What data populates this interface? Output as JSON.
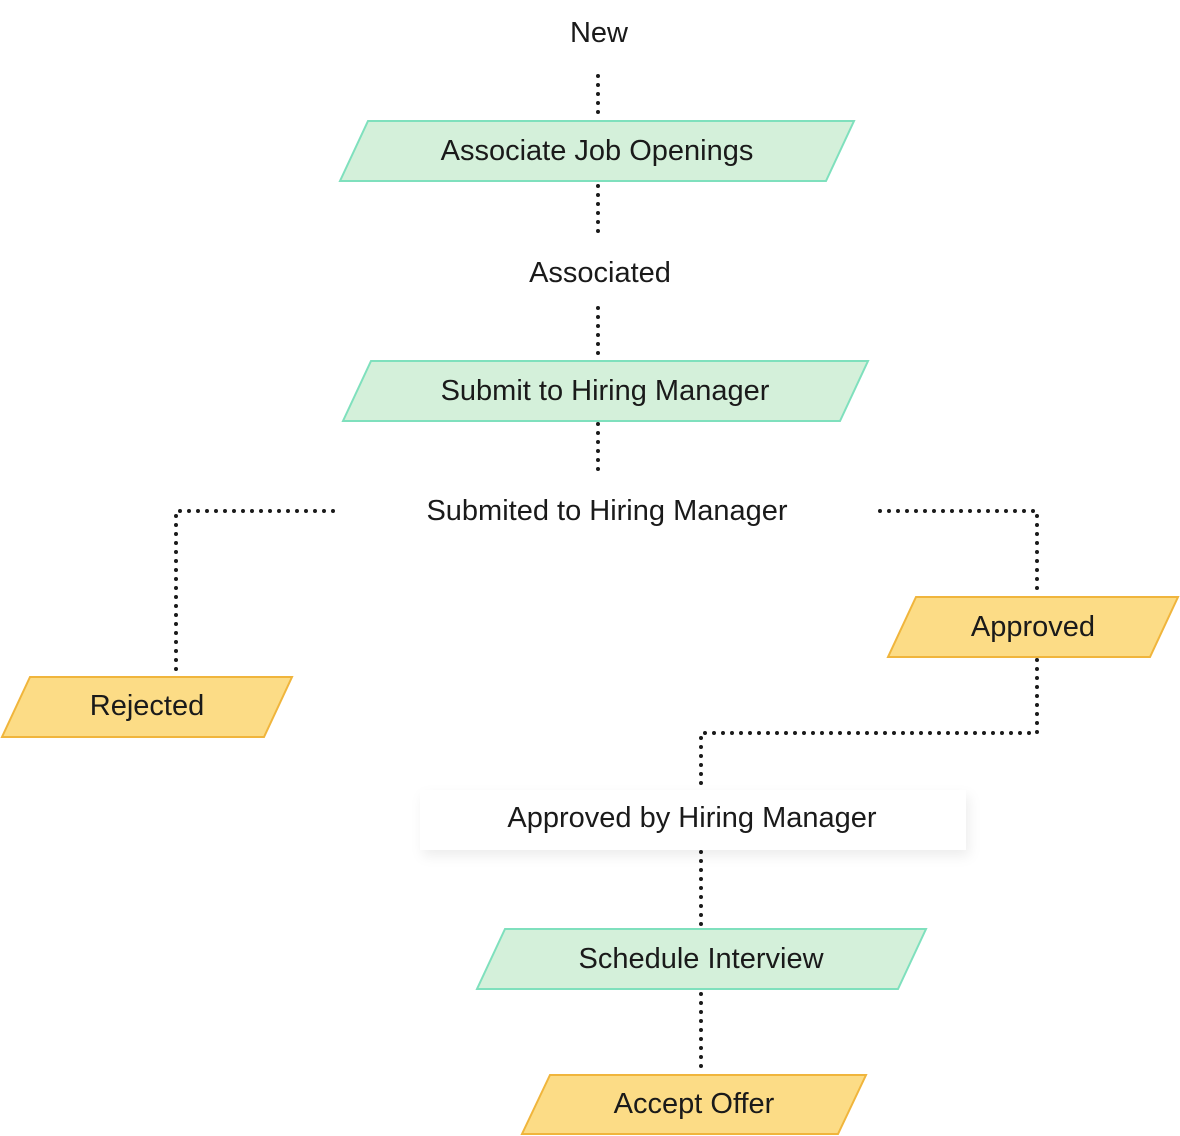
{
  "states": {
    "new": "New",
    "associated": "Associated",
    "submitted": "Submited to Hiring Manager",
    "approved_by_hm": "Approved by Hiring Manager"
  },
  "actions": {
    "associate_job_openings": "Associate Job Openings",
    "submit_to_hiring_manager": "Submit to Hiring Manager",
    "schedule_interview": "Schedule Interview"
  },
  "outcomes": {
    "rejected": "Rejected",
    "approved": "Approved",
    "accept_offer": "Accept Offer"
  },
  "colors": {
    "action_fill": "#d4f0da",
    "action_border": "#7fe0bd",
    "outcome_fill": "#fcdc86",
    "outcome_border": "#f0b53c",
    "connector": "#1a1a1a"
  }
}
